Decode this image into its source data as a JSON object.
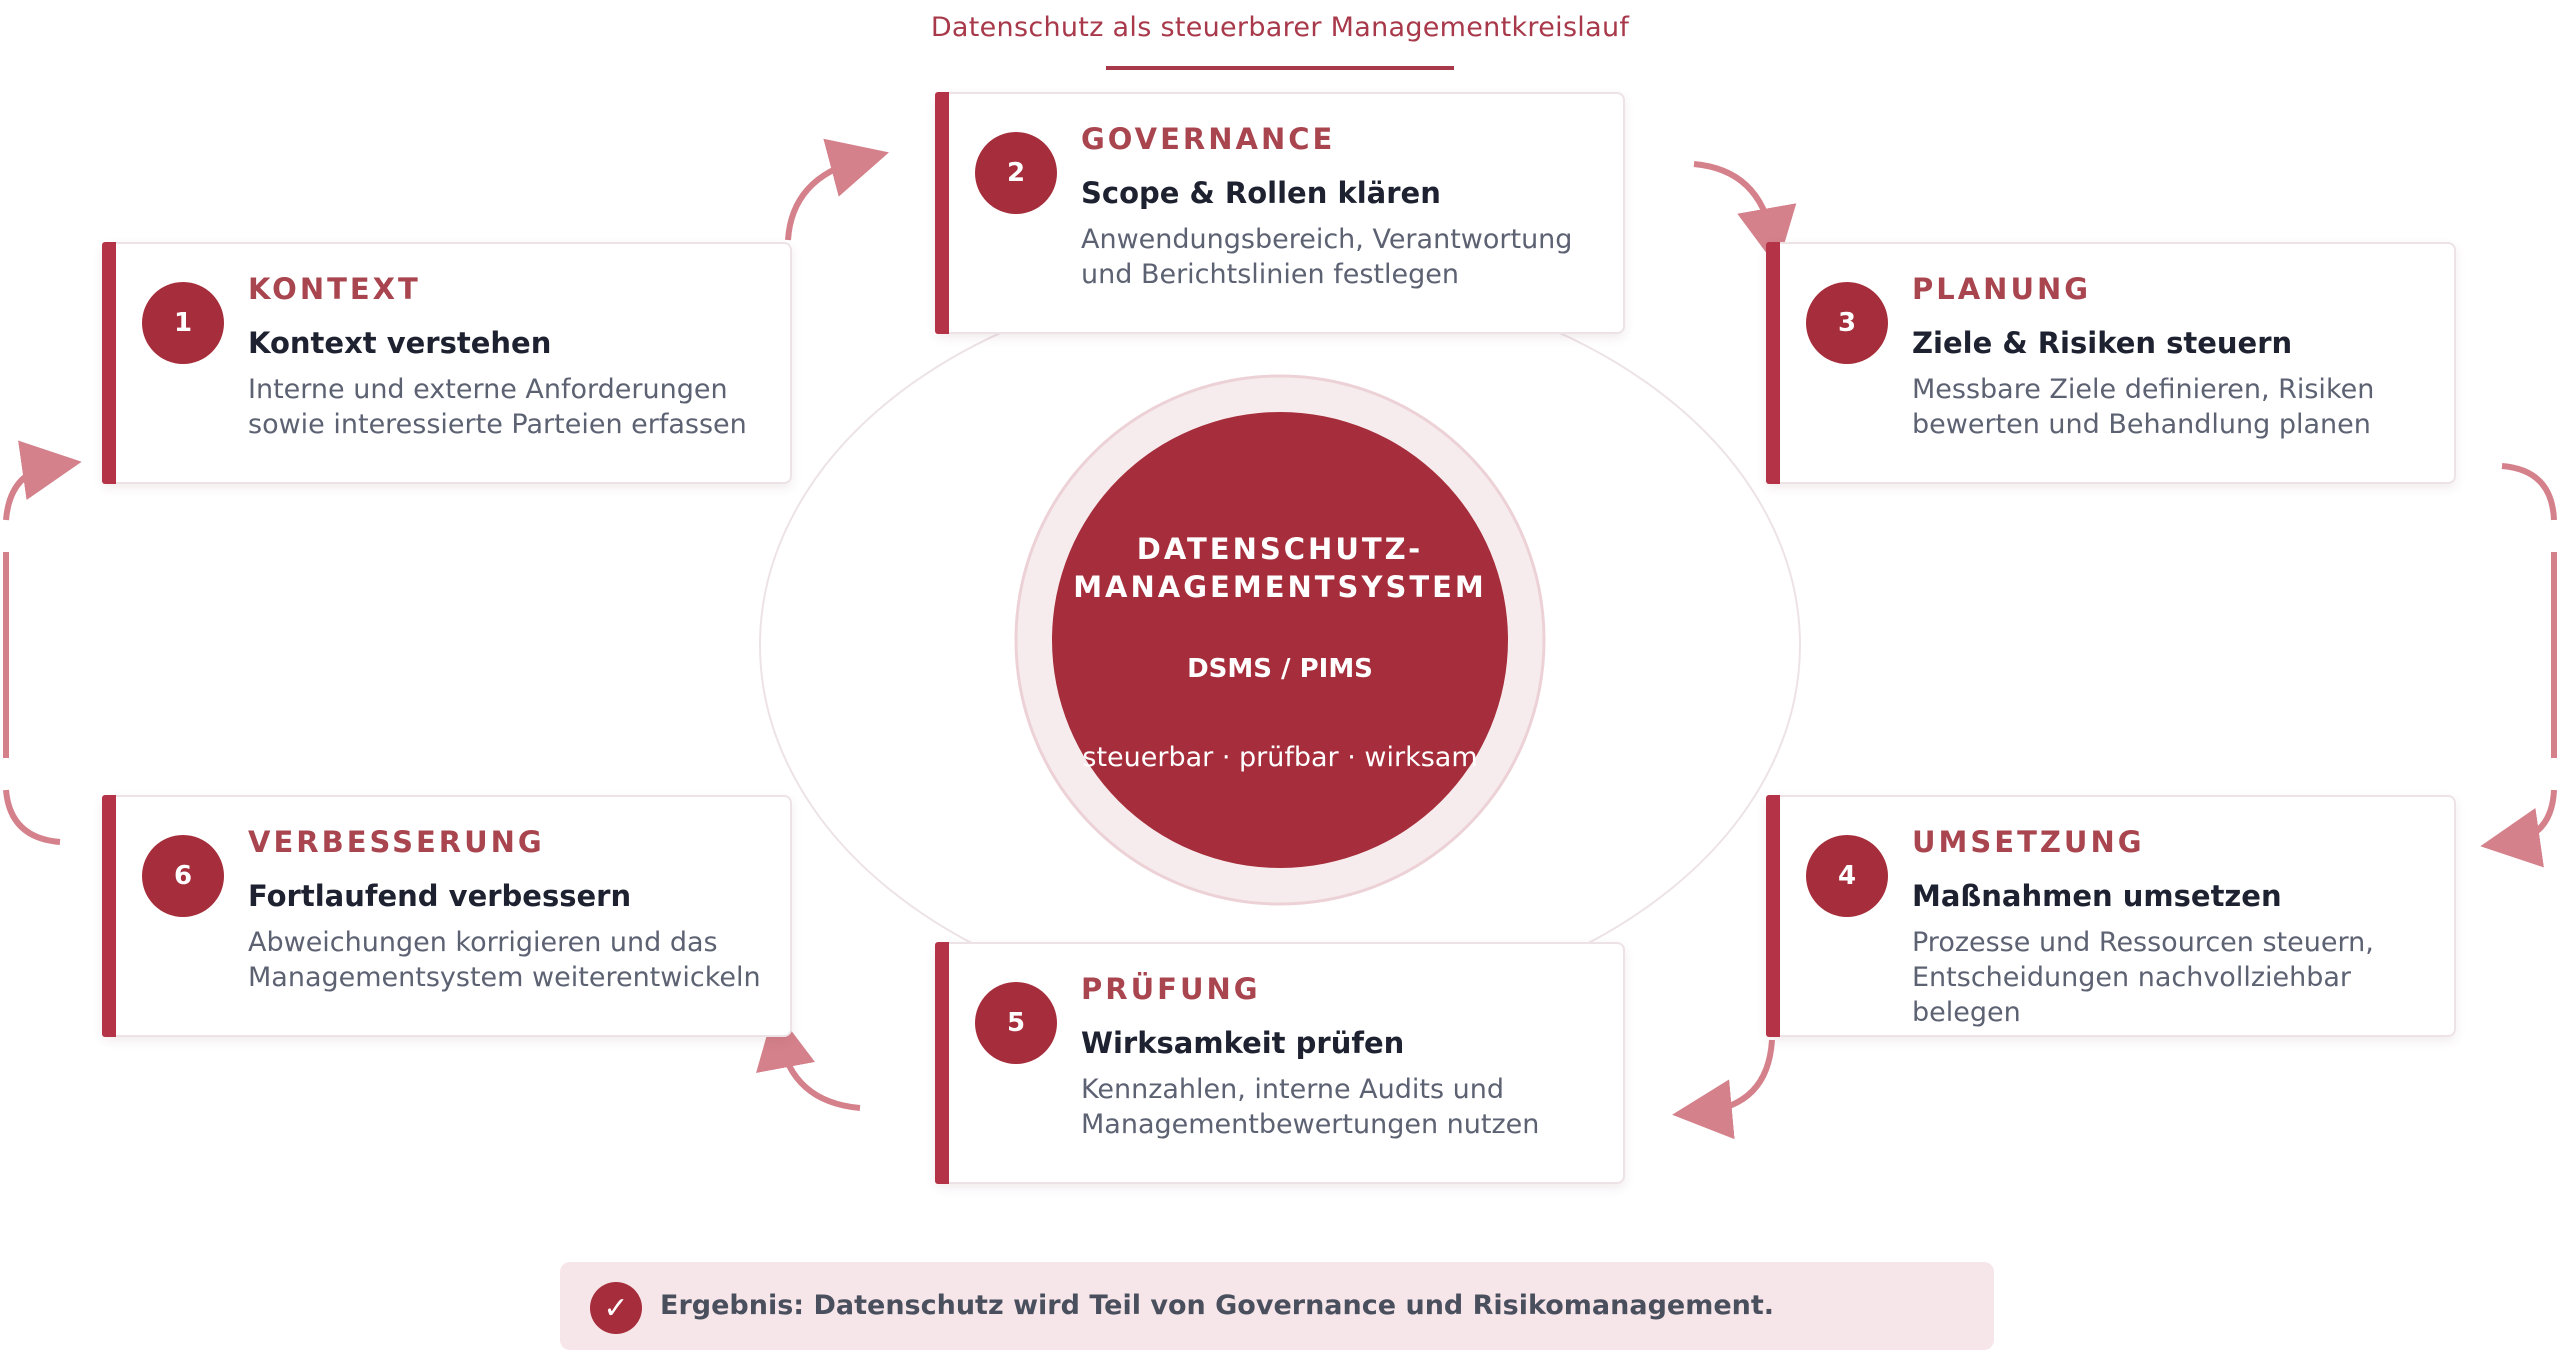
{
  "title": "Datenschutz als steuerbarer Managementkreislauf",
  "center": {
    "title": "DATENSCHUTZ-MANAGEMENTSYSTEM",
    "title_line1": "DATENSCHUTZ-",
    "title_line2": "MANAGEMENTSYSTEM",
    "subtitle": "DSMS / PIMS",
    "tagline": "steuerbar · prüfbar · wirksam"
  },
  "steps": [
    {
      "number": "1",
      "kicker": "KONTEXT",
      "heading": "Kontext verstehen",
      "description": "Interne und externe Anforderungen sowie interessierte Parteien erfassen"
    },
    {
      "number": "2",
      "kicker": "GOVERNANCE",
      "heading": "Scope & Rollen klären",
      "description": "Anwendungsbereich, Verantwortung und Berichtslinien festlegen"
    },
    {
      "number": "3",
      "kicker": "PLANUNG",
      "heading": "Ziele & Risiken steuern",
      "description": "Messbare Ziele definieren, Risiken bewerten und Behandlung planen"
    },
    {
      "number": "4",
      "kicker": "UMSETZUNG",
      "heading": "Maßnahmen umsetzen",
      "description": "Prozesse und Ressourcen steuern, Entscheidungen nachvollziehbar belegen"
    },
    {
      "number": "5",
      "kicker": "PRÜFUNG",
      "heading": "Wirksamkeit prüfen",
      "description": "Kennzahlen, interne Audits und Managementbewertungen nutzen"
    },
    {
      "number": "6",
      "kicker": "VERBESSERUNG",
      "heading": "Fortlaufend verbessern",
      "description": "Abweichungen korrigieren und das Managementsystem weiterentwickeln"
    }
  ],
  "result": {
    "check_icon": "✓",
    "text": "Ergebnis: Datenschutz wird Teil von Governance und Risikomanagement."
  },
  "colors": {
    "accent": "#a62d3b",
    "arrow": "#d4818b",
    "ring": "#f7eced"
  }
}
